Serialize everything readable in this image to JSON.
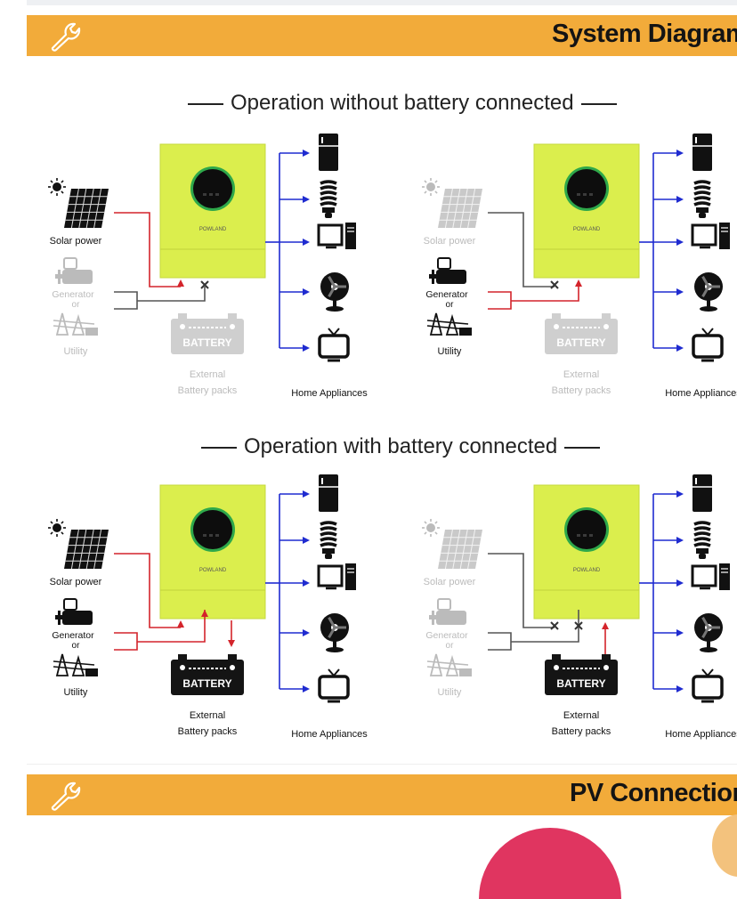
{
  "banner_top": {
    "title": "System Diagram",
    "icon": "wrench-icon"
  },
  "banner_bottom": {
    "title": "PV Connection",
    "icon": "wrench-icon"
  },
  "heading_without": "Operation without battery connected",
  "heading_with": "Operation with battery connected",
  "brand": "POWLAND",
  "labels": {
    "solar": "Solar power",
    "generator": "Generator",
    "or": "or",
    "utility": "Utility",
    "battery": "BATTERY",
    "ext_line1": "External",
    "ext_line2": "Battery packs",
    "home": "Home Appliances"
  },
  "appliances": [
    "fridge-icon",
    "lightbulb-icon",
    "computer-icon",
    "fan-icon",
    "tv-icon"
  ],
  "colors": {
    "banner": "#f2ab3a",
    "inverter": "#dbee4d",
    "inverter_ring": "#2ea84a",
    "active_line": "#d4242b",
    "inactive_line": "#555555",
    "load_line": "#1f2bd0",
    "dim": "#bbbbbb"
  },
  "scenarios": [
    {
      "id": "no-batt-solar",
      "solar": true,
      "grid": false,
      "battery": false
    },
    {
      "id": "no-batt-grid",
      "solar": false,
      "grid": true,
      "battery": false
    },
    {
      "id": "batt-solar-grid",
      "solar": true,
      "grid": true,
      "battery": true,
      "battery_flow": "charge"
    },
    {
      "id": "batt-only",
      "solar": false,
      "grid": false,
      "battery": true,
      "battery_flow": "discharge"
    }
  ]
}
